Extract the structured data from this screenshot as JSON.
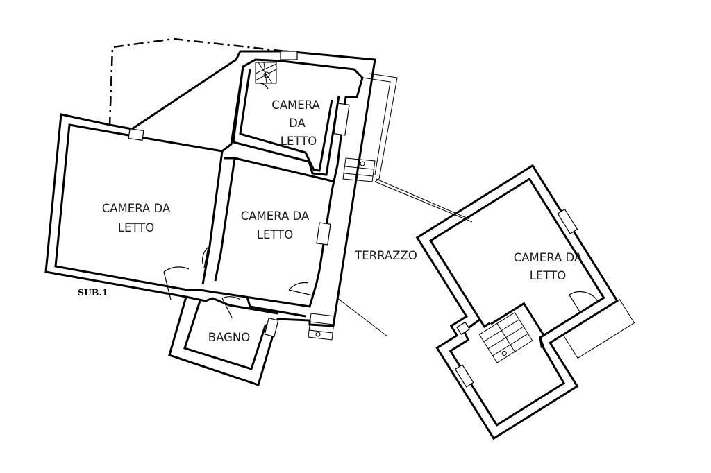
{
  "plan": {
    "labels": {
      "room_north": [
        "CAMERA",
        "DA",
        "LETTO"
      ],
      "room_west": [
        "CAMERA DA",
        "LETTO"
      ],
      "room_center": [
        "CAMERA DA",
        "LETTO"
      ],
      "room_east": [
        "CAMERA DA",
        "LETTO"
      ],
      "bathroom": "BAGNO",
      "terrace": "TERRAZZO",
      "unit": "SUB.1"
    }
  }
}
